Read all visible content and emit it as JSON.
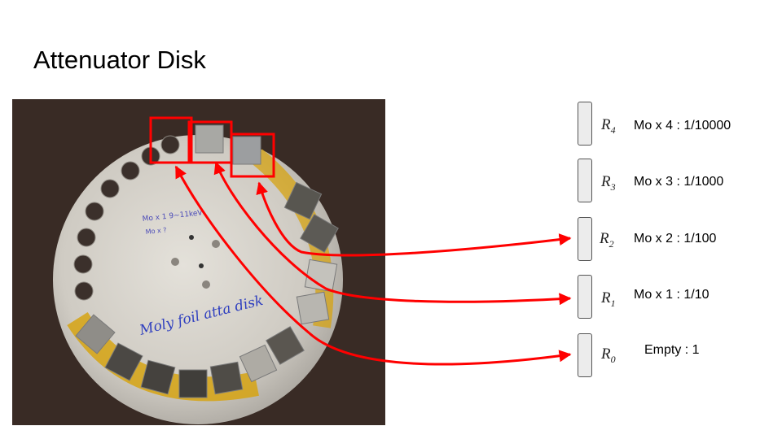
{
  "title": "Attenuator Disk",
  "photo": {
    "handwriting_line1": "Mo x 1  9~11keV",
    "handwriting_line2": "Mo x ?",
    "handwriting_caption": "Moly foil atta disk"
  },
  "legend": [
    {
      "var": "R",
      "sub": "4",
      "desc": "Mo x 4 : 1/10000"
    },
    {
      "var": "R",
      "sub": "3",
      "desc": "Mo x 3 : 1/1000"
    },
    {
      "var": "R",
      "sub": "2",
      "desc": "Mo x 2 : 1/100"
    },
    {
      "var": "R",
      "sub": "1",
      "desc": "Mo x 1 : 1/10"
    },
    {
      "var": "R",
      "sub": "0",
      "desc": "Empty : 1"
    }
  ],
  "colors": {
    "arrow": "#ff0000",
    "table": "#3e2f28",
    "disk": "#d8d4cc",
    "tape": "#d6a312"
  }
}
